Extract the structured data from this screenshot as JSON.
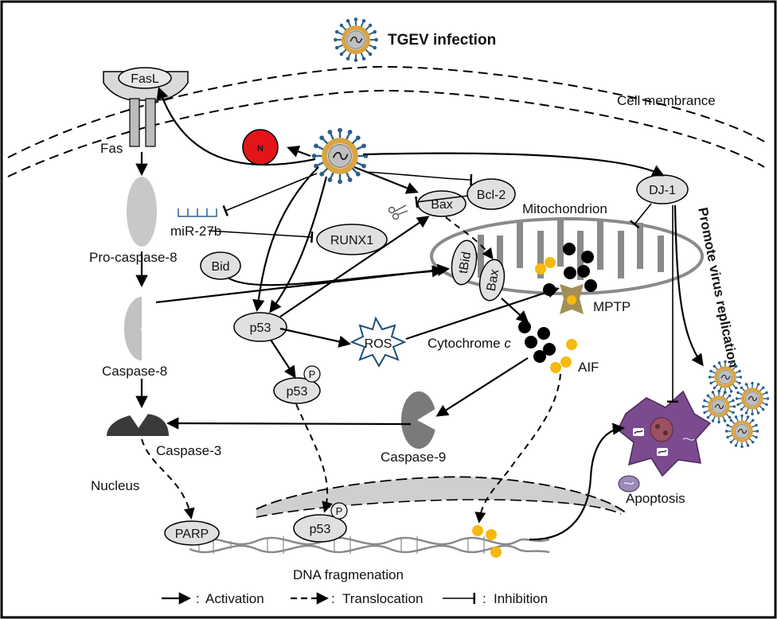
{
  "title": "TGEV infection",
  "labels": {
    "fasl": "FasL",
    "fas": "Fas",
    "cell_membrane": "Cell membrance",
    "n_protein": "N",
    "pro_caspase8": "Pro-caspase-8",
    "mir27b": "miR-27b",
    "runx1": "RUNX1",
    "bax": "Bax",
    "bcl2": "Bcl-2",
    "mitochondrion": "Mitochondrion",
    "dj1": "DJ-1",
    "bid": "Bid",
    "tbid": "tBid",
    "bax_mito": "Bax",
    "mptp": "MPTP",
    "caspase8": "Caspase-8",
    "p53": "p53",
    "ros": "ROS",
    "cytochrome": "Cytochrome ",
    "cytochrome_c": "c",
    "aif": "AIF",
    "p53_phos": "p53",
    "phospho": "P",
    "caspase3": "Caspase-3",
    "caspase9": "Caspase-9",
    "nucleus": "Nucleus",
    "parp": "PARP",
    "p53_nuc": "p53",
    "phospho_nuc": "P",
    "dna": "DNA fragmenation",
    "apoptosis": "Apoptosis",
    "promote": "Promote virus replication"
  },
  "legend": {
    "activation": "Activation",
    "translocation": "Translocation",
    "inhibition": "Inhibition",
    "sep": ":"
  },
  "colors": {
    "yellow": "#f5b90f",
    "red": "#e4141b",
    "gray": "#c8c8c8",
    "purple": "#7b4a8f",
    "ros": "#1f4e79",
    "virus_ring": "#d9a441",
    "virus_spike": "#2e5f8a"
  }
}
